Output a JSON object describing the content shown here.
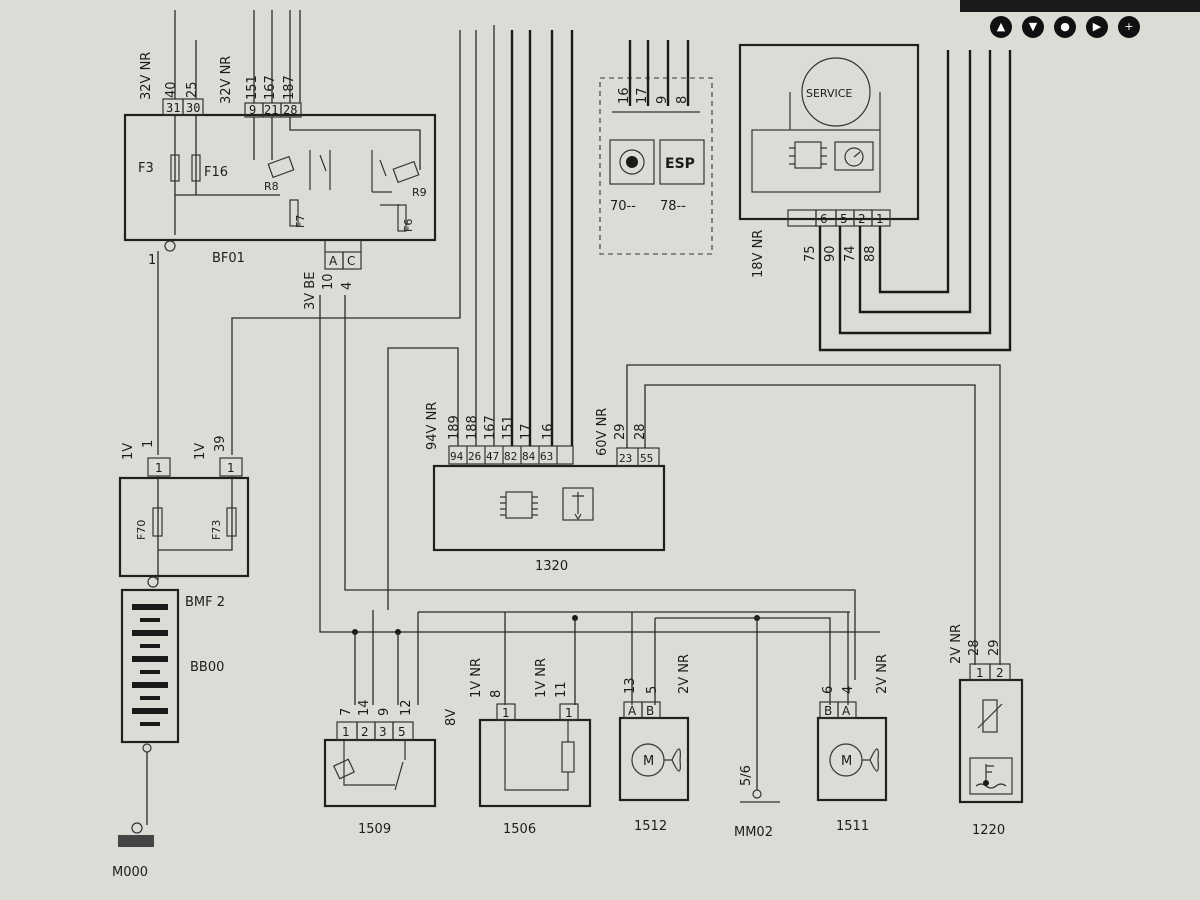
{
  "toolbar": {
    "buttons": [
      {
        "icon": "up-arrow-icon",
        "glyph": "▲"
      },
      {
        "icon": "down-arrow-icon",
        "glyph": "▼"
      },
      {
        "icon": "circle-icon",
        "glyph": "●"
      },
      {
        "icon": "right-arrow-icon",
        "glyph": "▶"
      },
      {
        "icon": "plus-icon",
        "glyph": "+"
      }
    ]
  },
  "fusebox_bf01": {
    "label": "BF01",
    "connector_left": {
      "gauge": "32V NR",
      "wires": [
        "40",
        "25"
      ],
      "pins": [
        "31",
        "30"
      ]
    },
    "connector_mid": {
      "gauge": "32V NR",
      "wires": [
        "151",
        "167",
        "187"
      ],
      "pins": [
        "9",
        "21",
        "28"
      ]
    },
    "fuses": {
      "f3": "F3",
      "f16": "F16",
      "f7": "F7",
      "f6": "F6"
    },
    "relays": {
      "r8": "R8",
      "r9": "R9"
    },
    "bottom_connector": {
      "pins": [
        "A",
        "C"
      ],
      "gauge": "3V BE",
      "wires": [
        "10",
        "4"
      ]
    },
    "pin1": "1"
  },
  "bmf2": {
    "label": "BMF 2",
    "conn_left": {
      "gauge": "1V",
      "wire": "1",
      "pin": "1"
    },
    "conn_right": {
      "gauge": "1V",
      "wire": "39",
      "pin": "1"
    },
    "fuses": [
      "F70",
      "F73"
    ]
  },
  "battery": {
    "label": "BB00"
  },
  "ground_m000": {
    "label": "M000"
  },
  "ecu_1320": {
    "label": "1320",
    "conn_a": {
      "gauge": "94V NR",
      "wires": [
        "189",
        "188",
        "167",
        "151",
        "17",
        "16"
      ],
      "pins": [
        "94",
        "26",
        "47",
        "82",
        "84",
        "63"
      ]
    },
    "conn_b": {
      "gauge": "60V NR",
      "wires": [
        "29",
        "28"
      ],
      "pins": [
        "23",
        "55"
      ]
    }
  },
  "dash_panel": {
    "wires": [
      "16",
      "17",
      "9",
      "8"
    ],
    "brake_label": "70--",
    "esp_icon_text": "ESP",
    "esp_label": "78--"
  },
  "cluster": {
    "service_text": "SERVICE",
    "gauge": "18V NR",
    "pins": [
      "6",
      "5",
      "2",
      "1"
    ],
    "wires": [
      "75",
      "90",
      "74",
      "88"
    ]
  },
  "comp_1509": {
    "label": "1509",
    "wires": [
      "7",
      "14",
      "9",
      "12"
    ],
    "pins": [
      "1",
      "2",
      "3",
      "5"
    ],
    "gauge": "8V"
  },
  "comp_1506": {
    "label": "1506",
    "gauge1": "1V NR",
    "wire1": "8",
    "pin1": "1",
    "gauge2": "1V NR",
    "wire2": "11",
    "pin2": "1"
  },
  "comp_1512": {
    "label": "1512",
    "wires": [
      "13",
      "5"
    ],
    "pins": [
      "A",
      "B"
    ],
    "gauge": "2V NR",
    "motor": "M"
  },
  "ground_mm02": {
    "label": "MM02",
    "wire": "5/6"
  },
  "comp_1511": {
    "label": "1511",
    "wires": [
      "6",
      "4"
    ],
    "pins": [
      "B",
      "A"
    ],
    "gauge": "2V NR",
    "motor": "M"
  },
  "comp_1220": {
    "label": "1220",
    "gauge": "2V NR",
    "wires": [
      "28",
      "29"
    ],
    "pins": [
      "1",
      "2"
    ]
  }
}
